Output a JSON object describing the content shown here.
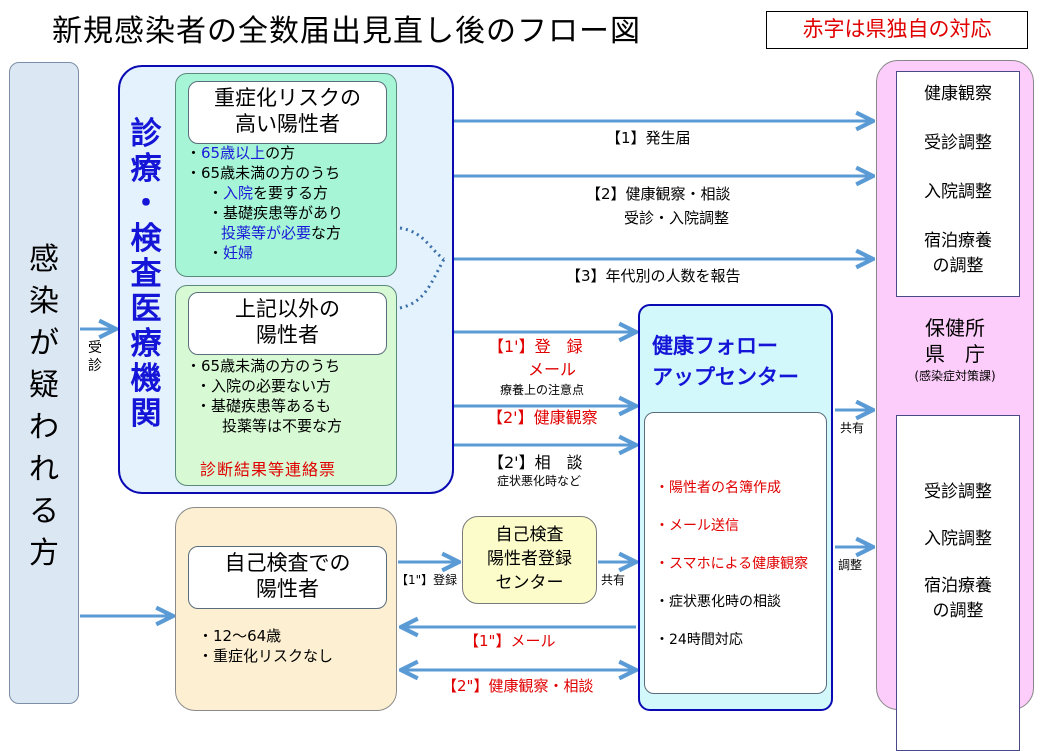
{
  "title": "新規感染者の全数届出見直し後のフロー図",
  "legend_note": "赤字は県独自の対応",
  "colors": {
    "red_text": "#e00000",
    "blue_text": "#1a1ad8",
    "arrow": "#5b9bd5",
    "clinic_border": "#0a0ab4",
    "health_center_bg": "#fccdfa"
  },
  "suspected_person": {
    "label": "感染が疑われる方",
    "chars": [
      "感",
      "染",
      "が",
      "疑",
      "わ",
      "れ",
      "る",
      "方"
    ]
  },
  "visit_label": {
    "chars": [
      "受",
      "診"
    ]
  },
  "clinic": {
    "label_chars": [
      "診",
      "療",
      "・",
      "検",
      "査",
      "医",
      "療",
      "機",
      "関"
    ]
  },
  "high_risk": {
    "header_lines": [
      "重症化リスクの",
      "高い陽性者"
    ],
    "items": [
      {
        "bullet": "・",
        "blue": "65歳以上",
        "rest": "の方"
      },
      {
        "bullet": "・",
        "blue": "",
        "rest": "65歳未満の方のうち"
      },
      {
        "bullet": "・",
        "blue": "入院",
        "rest": "を要する方"
      },
      {
        "bullet": "・",
        "blue": "",
        "rest": "基礎疾患等があり"
      },
      {
        "bullet": "",
        "blue": "投薬等が必要",
        "rest": "な方"
      },
      {
        "bullet": "・",
        "blue": "妊婦",
        "rest": ""
      }
    ]
  },
  "other_positive": {
    "header_lines": [
      "上記以外の",
      "陽性者"
    ],
    "items": [
      "・65歳未満の方のうち",
      "・入院の必要ない方",
      "・基礎疾患等あるも",
      "投薬等は不要な方"
    ],
    "form_label": "診断結果等連絡票"
  },
  "self_test": {
    "header_lines": [
      "自己検査での",
      "陽性者"
    ],
    "items": [
      "・12～64歳",
      "・重症化リスクなし"
    ]
  },
  "registration_center": {
    "lines": [
      "自己検査",
      "陽性者登録",
      "センター"
    ]
  },
  "follow_up_center": {
    "title_lines": [
      "健康フォロー",
      "アップセンター"
    ],
    "tasks": [
      {
        "text": "・陽性者の名簿作成",
        "red": true
      },
      {
        "text": "・メール送信",
        "red": true
      },
      {
        "text": "・スマホによる健康観察",
        "red": true
      },
      {
        "text": "・症状悪化時の相談",
        "red": false
      },
      {
        "text": "・24時間対応",
        "red": false
      }
    ]
  },
  "health_center": {
    "top_tasks": [
      "健康観察",
      "受診調整",
      "入院調整",
      "宿泊療養",
      "の調整"
    ],
    "name_lines": [
      "保健所",
      "県　庁"
    ],
    "sub": "(感染症対策課)",
    "bottom_tasks": [
      "受診調整",
      "入院調整",
      "宿泊療養",
      "の調整"
    ]
  },
  "flows": {
    "f1": "【1】発生届",
    "f2_line1": "【2】健康観察・相談",
    "f2_line2": "受診・入院調整",
    "f3": "【3】年代別の人数を報告",
    "f1p_line1": "【1'】登　録",
    "f1p_line2": "メール",
    "f1p_note": "療養上の注意点",
    "f2p_obs": "【2'】健康観察",
    "f2p_consult": "【2'】相　談",
    "f2p_note": "症状悪化時など",
    "share_upper": "共有",
    "adjust": "調整",
    "f1pp_register": "【1\"】登録",
    "share_lower": "共有",
    "f1pp_mail": "【1\"】メール",
    "f2pp": "【2\"】健康観察・相談"
  }
}
